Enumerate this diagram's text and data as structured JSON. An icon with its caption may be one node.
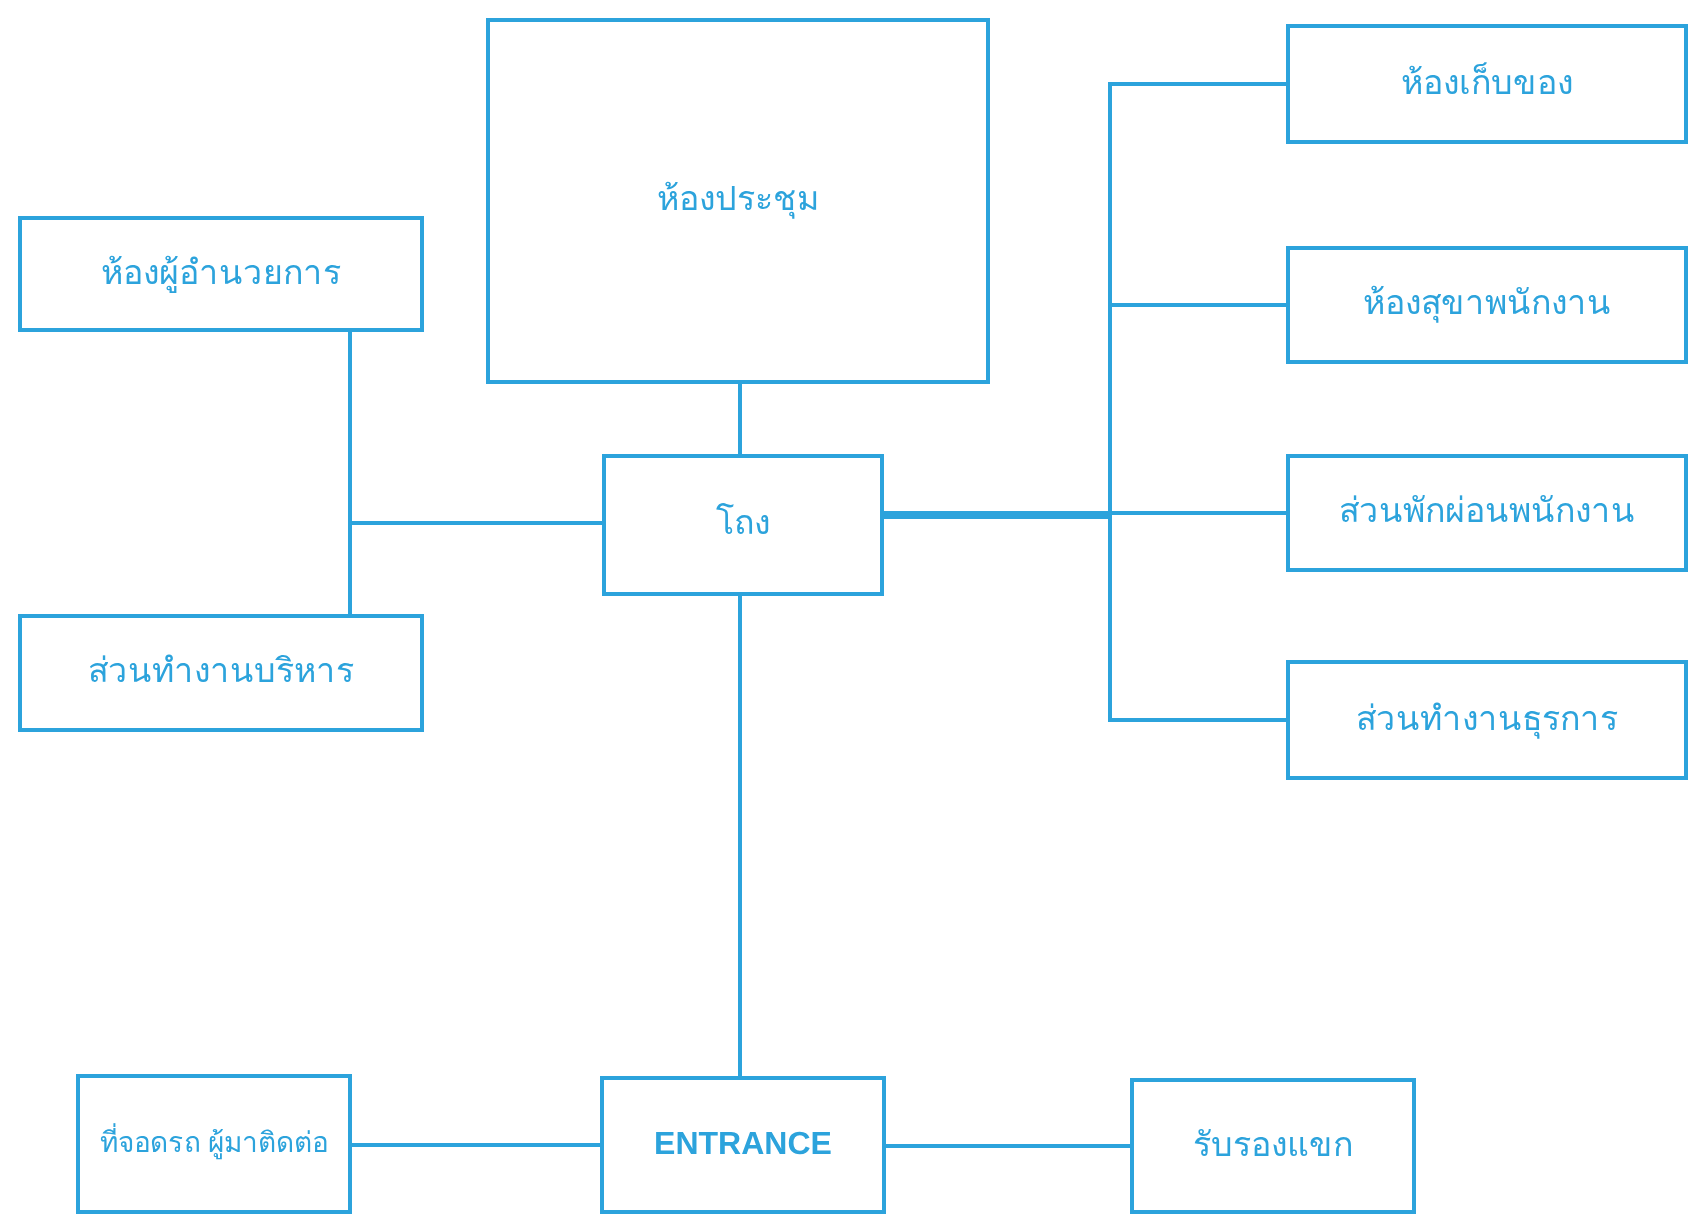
{
  "diagram": {
    "nodes": [
      {
        "text": [
          "ห้องประชุม"
        ]
      },
      {
        "text": [
          "ห้องผู้อำนวยการ"
        ]
      },
      {
        "text": [
          "โถง"
        ]
      },
      {
        "text": [
          "ห้องเก็บของ"
        ]
      },
      {
        "text": [
          "ห้องสุขาพนักงาน"
        ]
      },
      {
        "text": [
          "ส่วนพักผ่อนพนักงาน"
        ]
      },
      {
        "text": [
          "ส่วนทำงานบริหาร"
        ]
      },
      {
        "text": [
          "ส่วนทำงานธุรการ"
        ]
      },
      {
        "text": [
          "ที่จอดรถ ผู้มาติดต่อ"
        ]
      },
      {
        "text": [
          "ENTRANCE"
        ]
      },
      {
        "text": [
          "รับรองแขก"
        ]
      }
    ],
    "edges": [
      {
        "from": 0,
        "to": 2,
        "arrow": "none"
      },
      {
        "from": 2,
        "to": 1,
        "arrow": "none"
      },
      {
        "from": 2,
        "to": 6,
        "arrow": "none"
      },
      {
        "from": 2,
        "to": 3,
        "arrow": "none"
      },
      {
        "from": 2,
        "to": 4,
        "arrow": "none"
      },
      {
        "from": 2,
        "to": 5,
        "arrow": "none"
      },
      {
        "from": 2,
        "to": 7,
        "arrow": "none"
      },
      {
        "from": 2,
        "to": 9,
        "arrow": "none"
      },
      {
        "from": 8,
        "to": 9,
        "arrow": "none"
      },
      {
        "from": 9,
        "to": 10,
        "arrow": "none"
      }
    ]
  }
}
